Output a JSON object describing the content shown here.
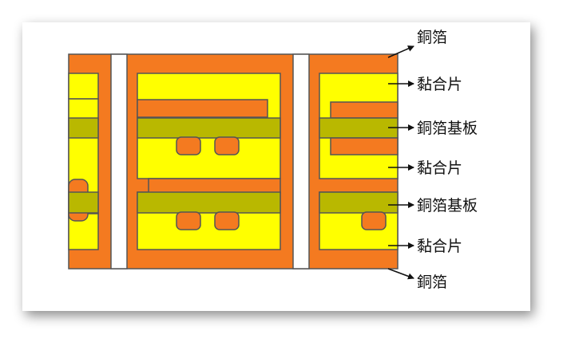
{
  "labels": {
    "copper_foil_top": "銅箔",
    "prepreg_1": "黏合片",
    "cclad_1": "銅箔基板",
    "prepreg_2": "黏合片",
    "cclad_2": "銅箔基板",
    "prepreg_3": "黏合片",
    "copper_foil_bottom": "銅箔"
  },
  "colors": {
    "copper": "#F47A20",
    "prepreg": "#FFFF00",
    "substrate": "#B9B800",
    "outline": "#555555",
    "drill": "#ffffff"
  }
}
